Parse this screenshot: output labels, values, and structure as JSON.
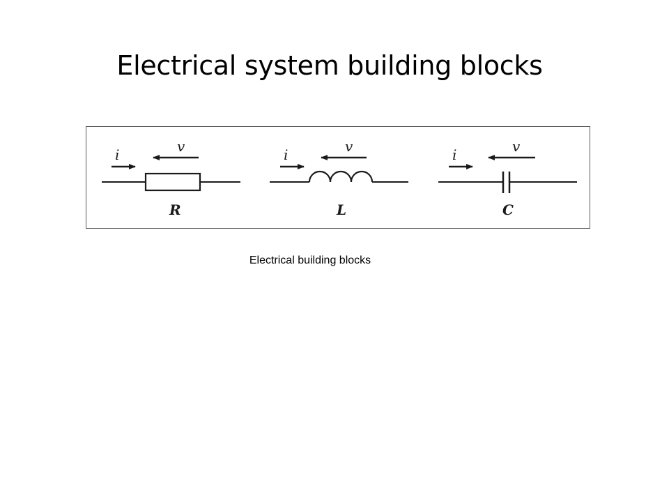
{
  "slide": {
    "title": "Electrical system building blocks"
  },
  "figure": {
    "caption": "Electrical building blocks",
    "blocks": [
      {
        "name": "resistor",
        "current_label": "i",
        "voltage_label": "v",
        "component_label": "R"
      },
      {
        "name": "inductor",
        "current_label": "i",
        "voltage_label": "v",
        "component_label": "L"
      },
      {
        "name": "capacitor",
        "current_label": "i",
        "voltage_label": "v",
        "component_label": "C"
      }
    ]
  },
  "colors": {
    "line": "#1a1a1a",
    "frame": "#555555",
    "background": "#ffffff"
  }
}
